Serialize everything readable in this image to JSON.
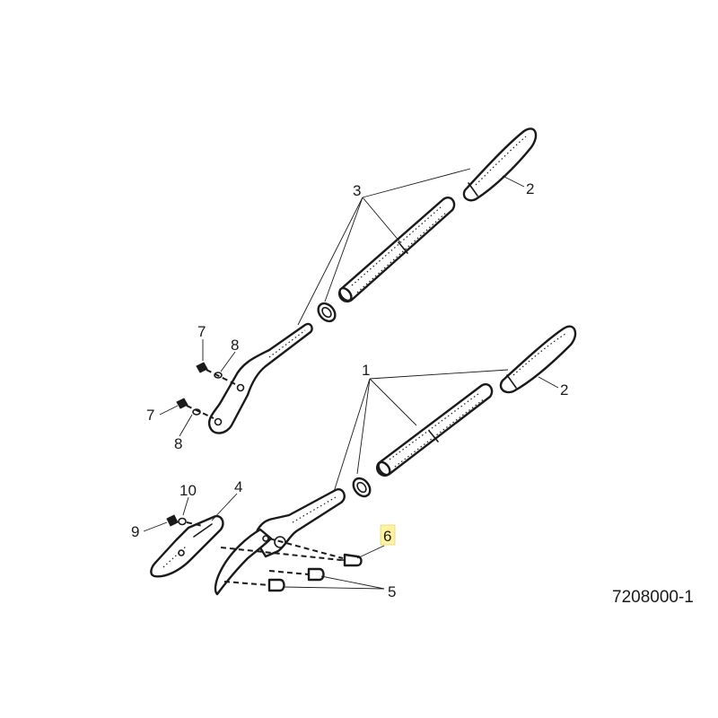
{
  "diagram": {
    "drawing_number": "7208000-1",
    "highlight_color": "#fff3a0",
    "ink_color": "#1a1a1a",
    "callouts": {
      "c1": "1",
      "c2a": "2",
      "c2b": "2",
      "c3": "3",
      "c4": "4",
      "c5": "5",
      "c6": "6",
      "c7a": "7",
      "c7b": "7",
      "c8a": "8",
      "c8b": "8",
      "c9": "9",
      "c10": "10"
    }
  }
}
